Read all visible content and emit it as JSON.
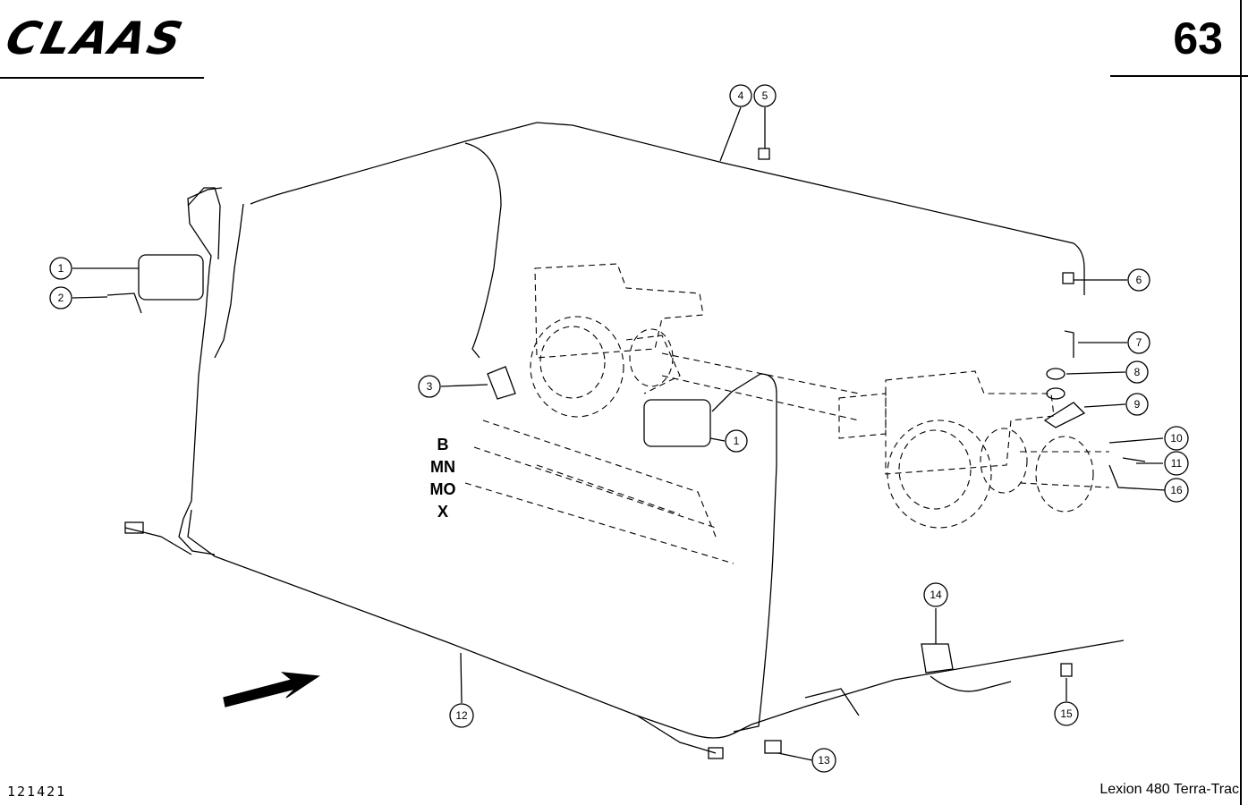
{
  "header": {
    "brand": "CLAAS",
    "page_number": "63"
  },
  "footer": {
    "drawing_number": "121421",
    "model": "Lexion 480 Terra-Trac"
  },
  "variant_codes": [
    "B",
    "MN",
    "MO",
    "X"
  ],
  "callouts": [
    "1",
    "2",
    "3",
    "4",
    "5",
    "6",
    "7",
    "8",
    "9",
    "10",
    "11",
    "12",
    "13",
    "14",
    "15",
    "16",
    "1"
  ]
}
